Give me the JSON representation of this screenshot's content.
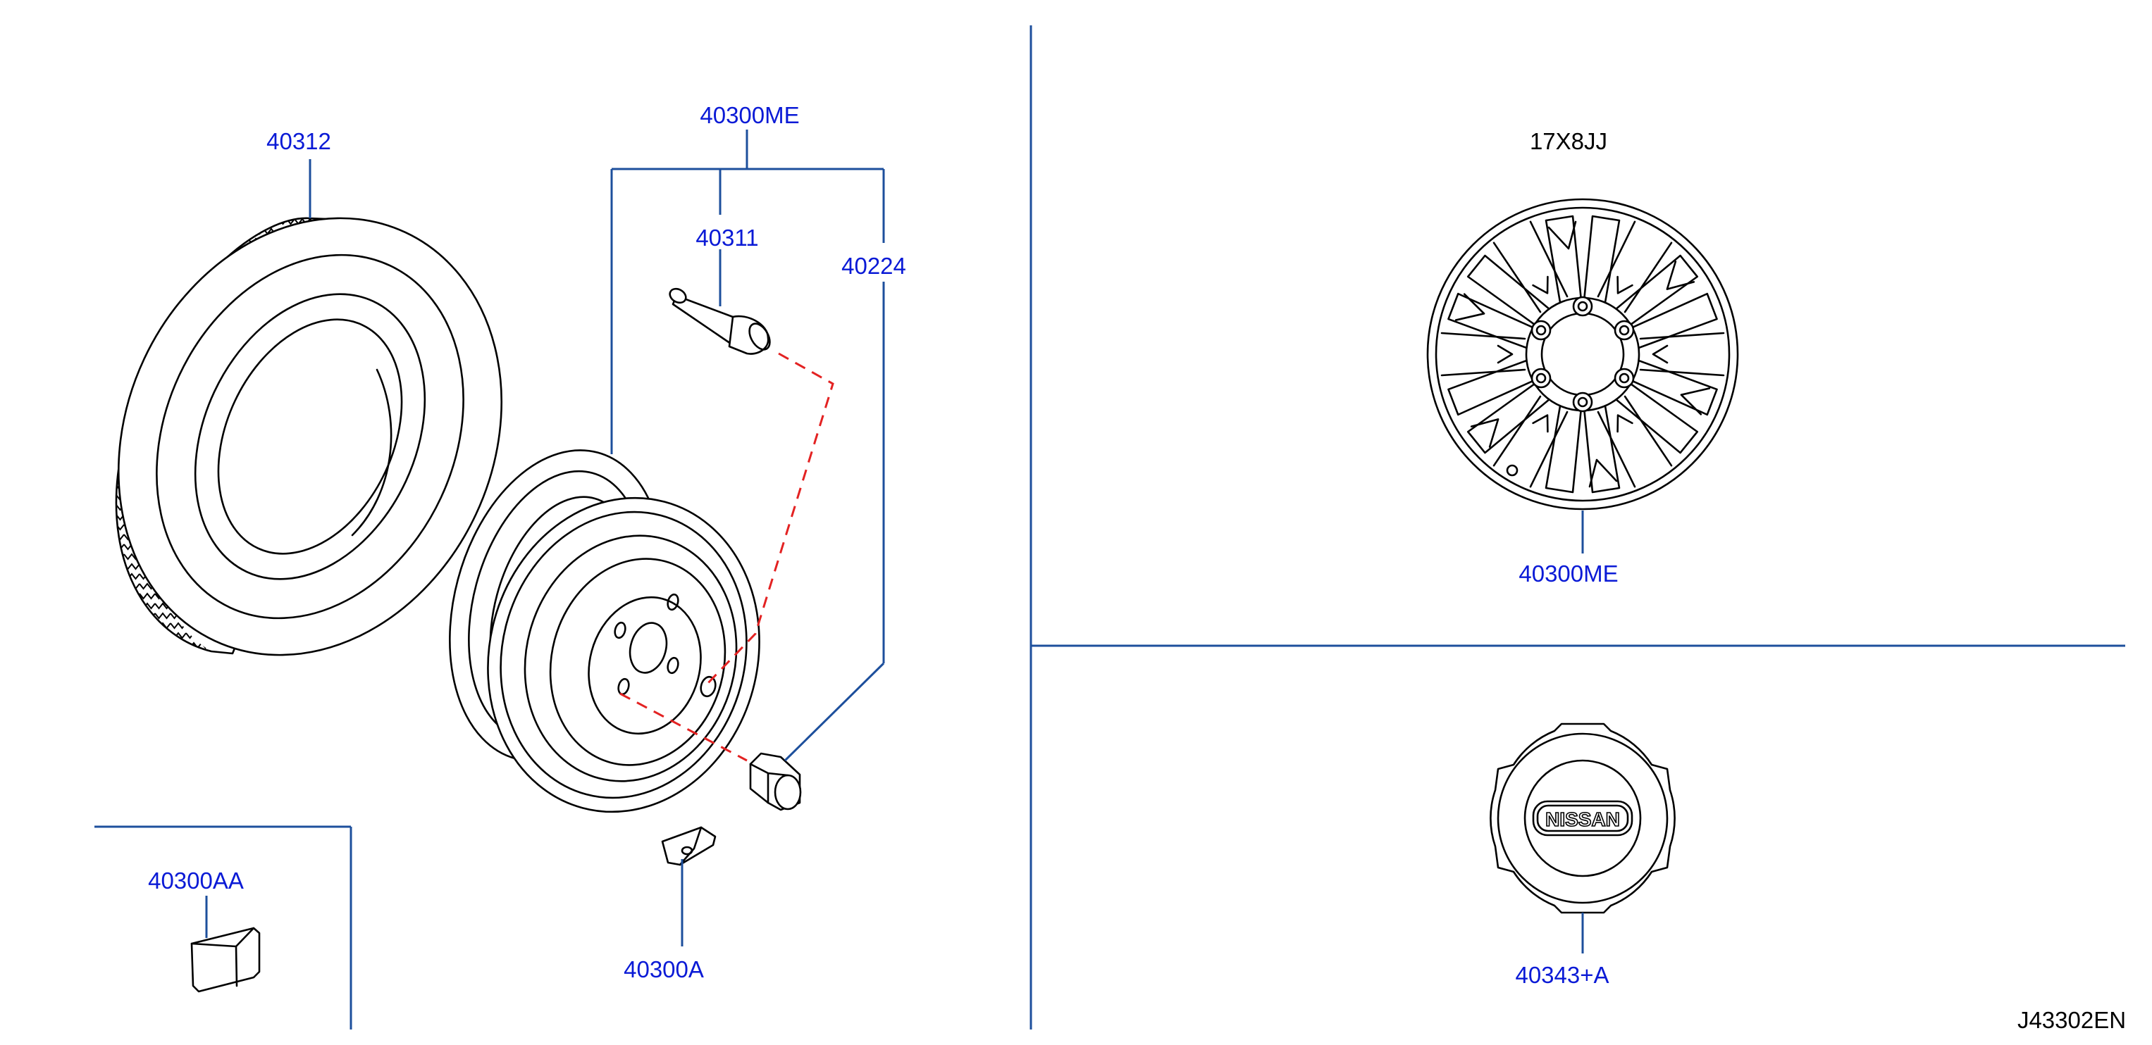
{
  "parts": {
    "tire": "40312",
    "wheel_assembly": "40300ME",
    "valve": "40311",
    "nut": "40224",
    "weight": "40300A",
    "weight_adhesive": "40300AA",
    "alloy_wheel": "40300ME",
    "center_cap": "40343+A"
  },
  "wheel_spec": "17X8JJ",
  "cap_logo": "NISSAN",
  "diagram_code": "J43302EN",
  "colors": {
    "part_label": "#0a1ad6",
    "leader_line": "#1d4f9c",
    "dashed_line": "#e32222",
    "drawing": "#000000"
  }
}
